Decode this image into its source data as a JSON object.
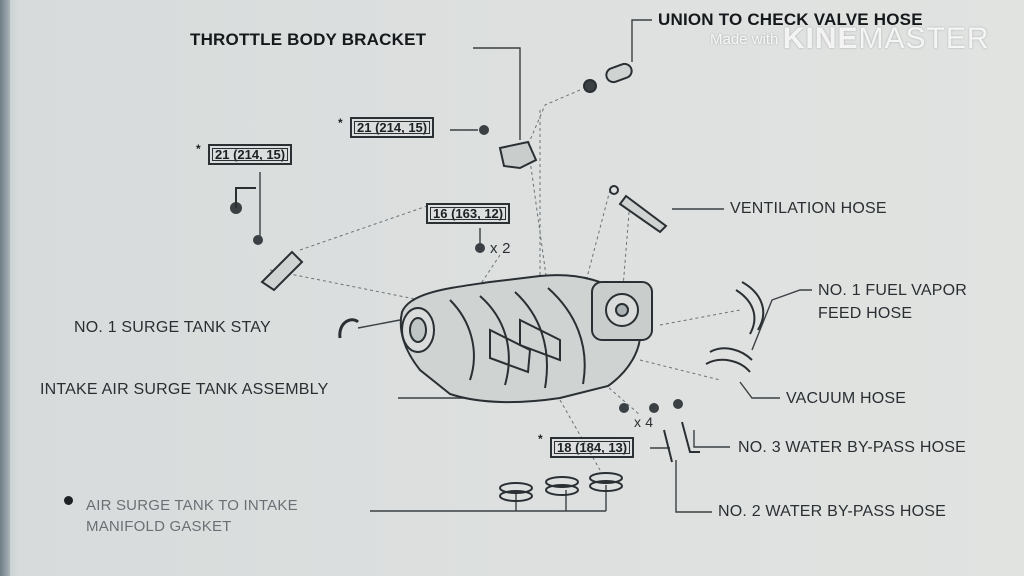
{
  "labels": {
    "throttle_bracket": "THROTTLE BODY BRACKET",
    "union_hose": "UNION TO CHECK VALVE HOSE",
    "ventilation_hose": "VENTILATION HOSE",
    "fuel_vapor_line1": "NO. 1 FUEL VAPOR",
    "fuel_vapor_line2": "FEED HOSE",
    "surge_tank_stay": "NO. 1 SURGE TANK STAY",
    "surge_tank_assembly": "INTAKE AIR SURGE TANK ASSEMBLY",
    "vacuum_hose": "VACUUM HOSE",
    "water_bypass_3": "NO. 3 WATER BY-PASS HOSE",
    "water_bypass_2": "NO. 2 WATER BY-PASS HOSE",
    "gasket_line1": "AIR SURGE TANK TO INTAKE",
    "gasket_line2": "MANIFOLD GASKET"
  },
  "torque": {
    "bracket_bolt": "21 (214, 15)",
    "stay_bolt": "21 (214, 15)",
    "center_bolt": "16 (163, 12)",
    "lower_bolt": "18 (184, 13)"
  },
  "markers": {
    "star": "*",
    "qty_x2": "x 2",
    "qty_x4": "x 4"
  },
  "watermark": {
    "prefix": "Made with",
    "brand_strong": "KINE",
    "brand_light": "MASTER"
  },
  "colors": {
    "paper": "#dde0df",
    "ink": "#1e2326",
    "leader": "#3a4044"
  }
}
